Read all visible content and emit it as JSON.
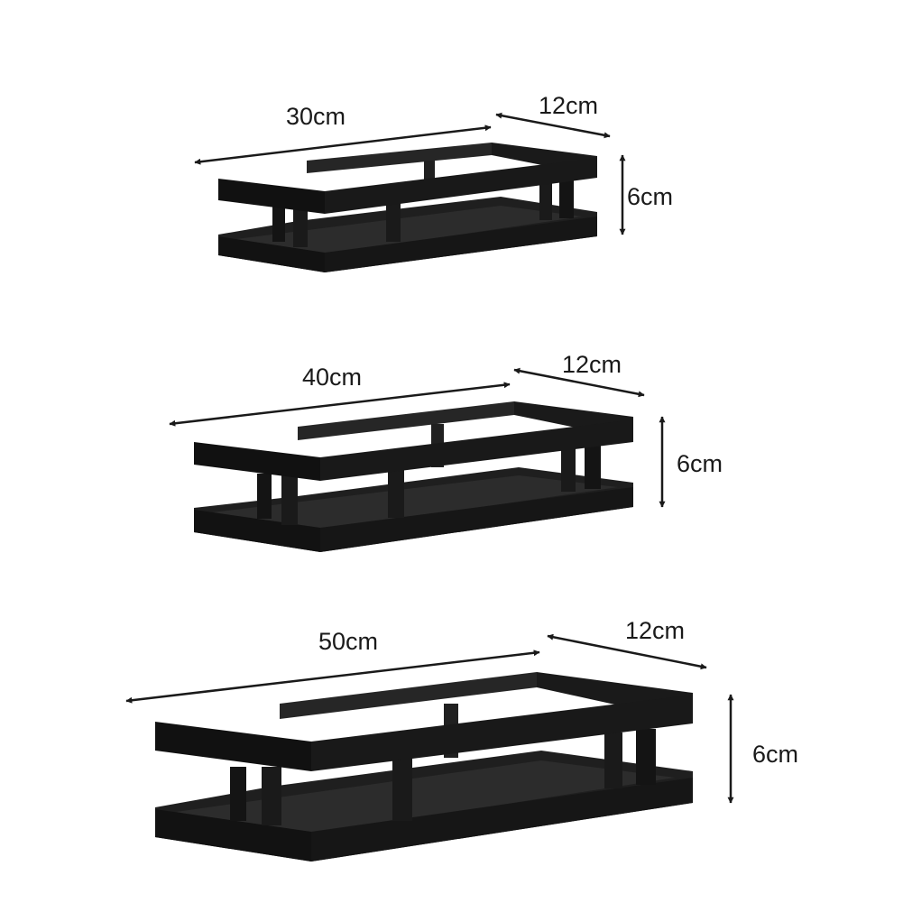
{
  "colors": {
    "metal": "#1c1c1c",
    "metal_dark": "#0d0d0d",
    "metal_edge": "#3a3a3a",
    "arrow": "#1a1a1a",
    "text": "#1a1a1a"
  },
  "shelves": [
    {
      "length_label": "30cm",
      "depth_label": "12cm",
      "height_label": "6cm"
    },
    {
      "length_label": "40cm",
      "depth_label": "12cm",
      "height_label": "6cm"
    },
    {
      "length_label": "50cm",
      "depth_label": "12cm",
      "height_label": "6cm"
    }
  ]
}
